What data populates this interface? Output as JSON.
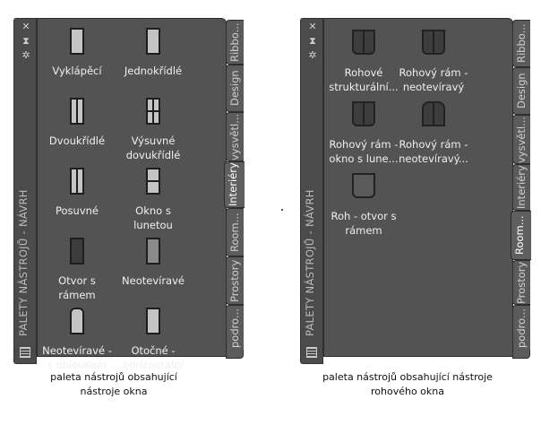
{
  "palettes": [
    {
      "title": "PALETY NÁSTROJŮ - NÁVRH",
      "controls": [
        "✕",
        "⧗",
        "✲"
      ],
      "tabs": [
        "Ribbo...",
        "Design",
        "vysvětl...",
        "Interiéry",
        "Room...",
        "Prostory",
        "podro..."
      ],
      "active_tab": 3,
      "items": [
        {
          "label": "Vyklápěcí",
          "icon": "tilt-window-icon"
        },
        {
          "label": "Jednokřídlé",
          "icon": "single-casement-window-icon"
        },
        {
          "label": "Dvoukřídlé",
          "icon": "double-casement-window-icon"
        },
        {
          "label": "Výsuvné dovukřídlé",
          "icon": "double-hung-window-icon"
        },
        {
          "label": "Posuvné",
          "icon": "sliding-window-icon"
        },
        {
          "label": "Okno s lunetou",
          "icon": "transom-window-icon"
        },
        {
          "label": "Otvor s rámem",
          "icon": "framed-opening-icon"
        },
        {
          "label": "Neotevíravé",
          "icon": "fixed-window-icon"
        },
        {
          "label": "Neotevíravé - s obloukem",
          "icon": "arched-fixed-window-icon"
        },
        {
          "label": "Otočné - horizontální",
          "icon": "horizontal-pivot-window-icon"
        }
      ],
      "caption": [
        "paleta nástrojů obsahující",
        "nástroje okna"
      ]
    },
    {
      "title": "PALETY NÁSTROJŮ - NÁVRH",
      "controls": [
        "✕",
        "⧗",
        "✲"
      ],
      "tabs": [
        "Ribbo...",
        "Design",
        "vysvětl...",
        "Interiéry",
        "Room...",
        "Prostory",
        "podro..."
      ],
      "active_tab": 4,
      "items": [
        {
          "label": "Rohové strukturální...",
          "icon": "corner-structural-window-icon"
        },
        {
          "label": "Rohový rám - neotevíravý",
          "icon": "corner-frame-fixed-icon"
        },
        {
          "label": "Rohový rám - okno s lune...",
          "icon": "corner-frame-transom-icon"
        },
        {
          "label": "Rohový rám - neotevíravý...",
          "icon": "corner-frame-arched-icon"
        },
        {
          "label": "Roh - otvor s rámem",
          "icon": "corner-framed-opening-icon"
        }
      ],
      "caption": [
        "paleta nástrojů obsahující nástroje",
        "rohového okna"
      ]
    }
  ]
}
